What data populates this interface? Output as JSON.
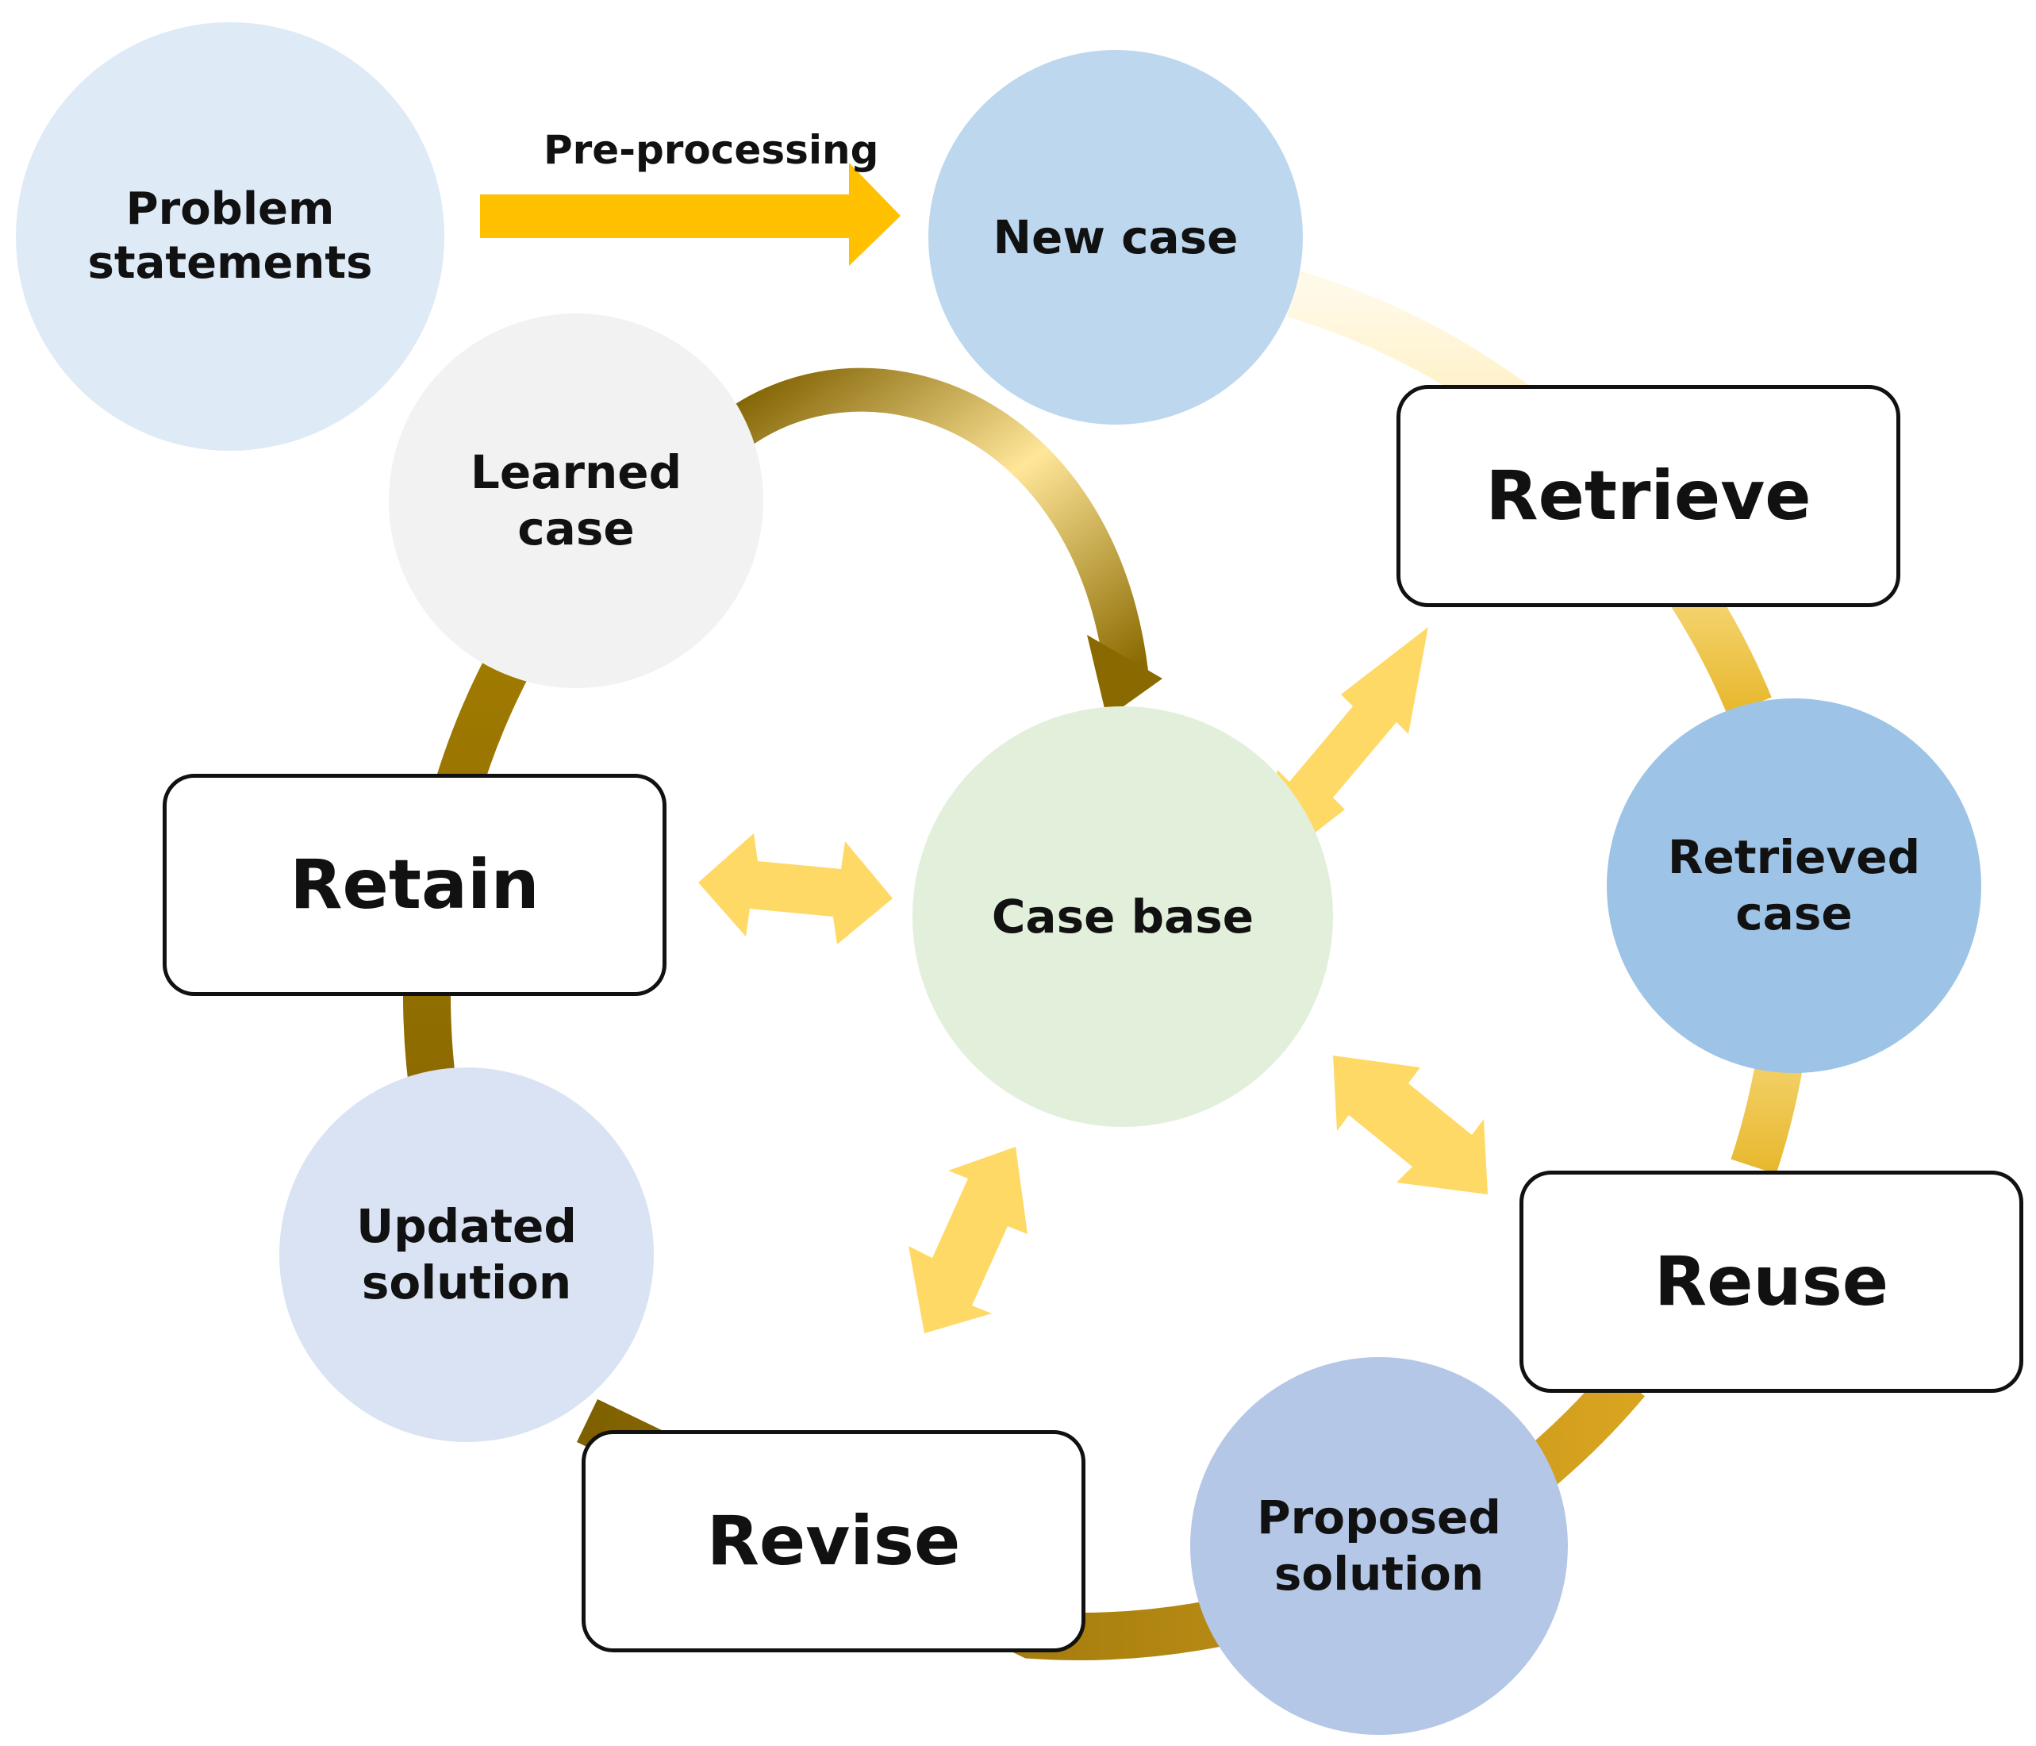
{
  "nodes": {
    "problem_statements": {
      "label": "Problem\nstatements",
      "color": "#deeaf6"
    },
    "new_case": {
      "label": "New case",
      "color": "#bdd7ee"
    },
    "learned_case": {
      "label": "Learned\ncase",
      "color": "#f2f2f2"
    },
    "case_base": {
      "label": "Case base",
      "color": "#e2efda"
    },
    "retrieved_case": {
      "label": "Retrieved\ncase",
      "color": "#9dc3e6"
    },
    "updated_solution": {
      "label": "Updated\nsolution",
      "color": "#dae3f3"
    },
    "proposed_solution": {
      "label": "Proposed\nsolution",
      "color": "#b4c7e7"
    }
  },
  "steps": {
    "retrieve": "Retrieve",
    "reuse": "Reuse",
    "revise": "Revise",
    "retain": "Retain"
  },
  "arrow_label": "Pre-processing",
  "colors": {
    "preprocess_arrow": "#ffc000",
    "light_arrow": "#ffd966",
    "gold_dark": "#7f6000",
    "gold_mid": "#bf9000",
    "gold_light": "#ffe699"
  }
}
